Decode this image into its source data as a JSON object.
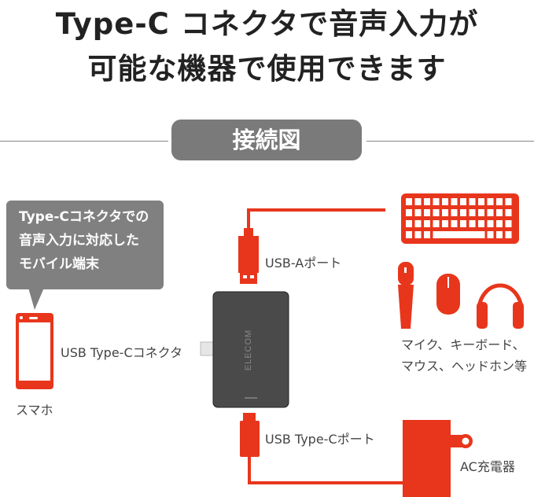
{
  "title": {
    "line1": "Type-C コネクタで音声入力が",
    "line2": "可能な機器で使用できます"
  },
  "section_label": "接続図",
  "bubble": {
    "line1": "Type-Cコネクタでの",
    "line2": "音声入力に対応した",
    "line3": "モバイル端末"
  },
  "labels": {
    "smartphone": "スマホ",
    "usb_c_connector": "USB Type-Cコネクタ",
    "usb_a_port": "USB-Aポート",
    "usb_c_port": "USB Type-Cポート",
    "devices_line1": "マイク、キーボード、",
    "devices_line2": "マウス、ヘッドホン等",
    "ac_charger": "AC充電器"
  },
  "brand": "ELECOM",
  "colors": {
    "accent": "#e8361c",
    "hub": "#4a4a4a",
    "gray": "#7a7a7a"
  }
}
